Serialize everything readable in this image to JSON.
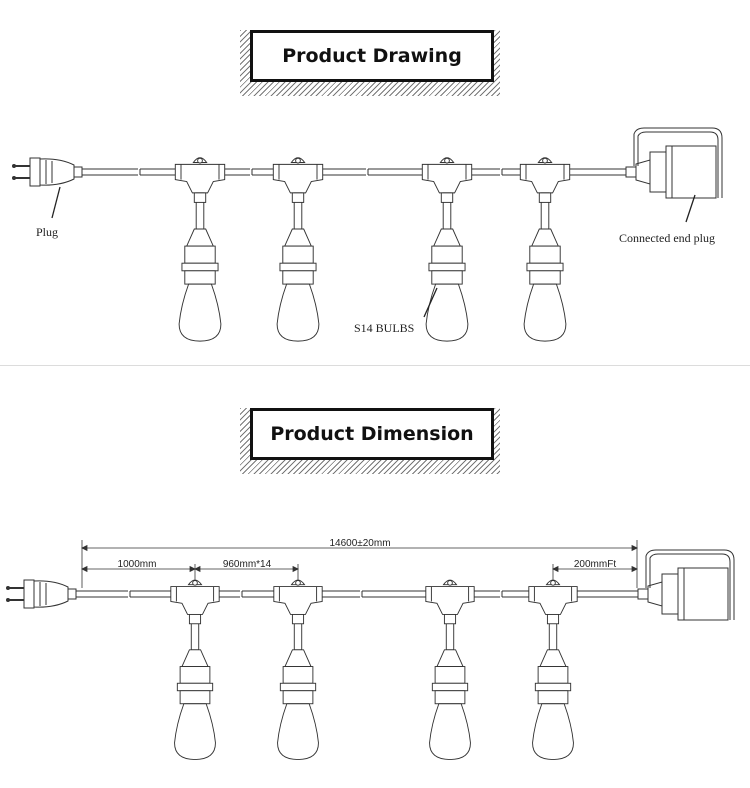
{
  "drawing": {
    "title": "Product Drawing",
    "labels": {
      "plug": "Plug",
      "end_plug": "Connected end plug",
      "bulbs": "S14 BULBS"
    }
  },
  "dimension": {
    "title": "Product Dimension",
    "labels": {
      "total": "14600±20mm",
      "first": "1000mm",
      "spacing": "960mm*14",
      "last": "200mmFt"
    }
  }
}
